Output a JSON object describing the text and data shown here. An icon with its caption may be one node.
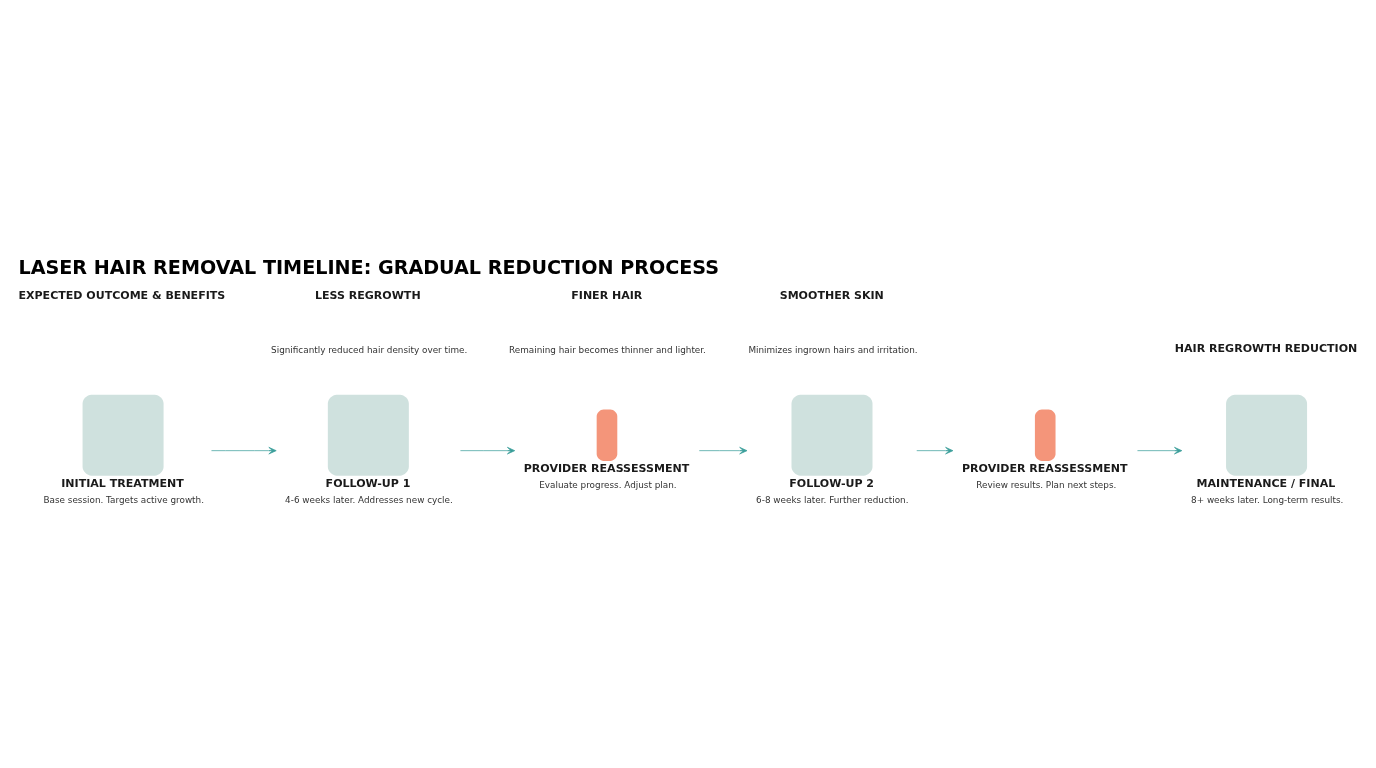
{
  "diagram": {
    "title": "LASER HAIR REMOVAL TIMELINE: GRADUAL REDUCTION PROCESS",
    "nodes": [
      {
        "text": [
          "INITIAL TREATMENT",
          "Base session. Targets active growth."
        ]
      },
      {
        "text": [
          "FOLLOW-UP 1",
          "4-6 weeks later. Addresses new cycle."
        ]
      },
      {
        "text": [
          "PROVIDER REASSESSMENT",
          "Evaluate progress. Adjust plan."
        ]
      },
      {
        "text": [
          "FOLLOW-UP 2",
          "6-8 weeks later. Further reduction."
        ]
      },
      {
        "text": [
          "PROVIDER REASSESSMENT",
          "Review results. Plan next steps."
        ]
      },
      {
        "text": [
          "MAINTENANCE / FINAL",
          "8+ weeks later. Long-term results."
        ]
      }
    ],
    "edges": [
      {
        "from": 0,
        "to": 1,
        "arrow": "to"
      },
      {
        "from": 1,
        "to": 2,
        "arrow": "to"
      },
      {
        "from": 2,
        "to": 3,
        "arrow": "to"
      },
      {
        "from": 3,
        "to": 4,
        "arrow": "to"
      },
      {
        "from": 4,
        "to": 5,
        "arrow": "to"
      }
    ],
    "labels": [
      "HAIR REGROWTH REDUCTION",
      "EXPECTED OUTCOME & BENEFITS",
      "LESS REGROWTH",
      "Significantly reduced hair density over time.",
      "FINER HAIR",
      "Remaining hair becomes thinner and lighter.",
      "SMOOTHER SKIN",
      "Minimizes ingrown hairs and irritation."
    ]
  }
}
